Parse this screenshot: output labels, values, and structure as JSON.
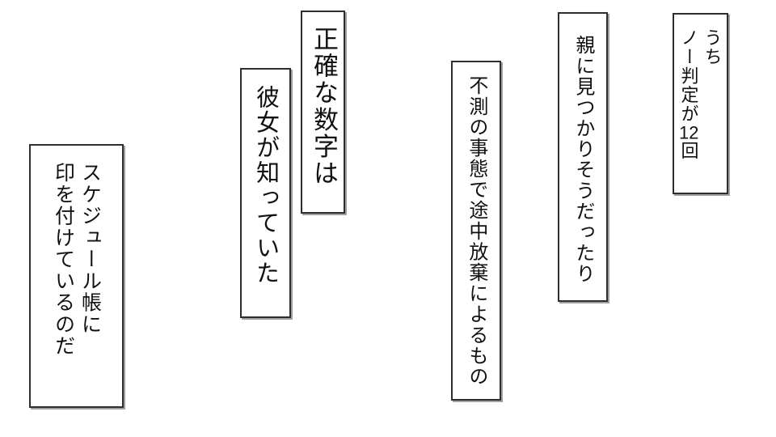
{
  "colors": {
    "background": "#ffffff",
    "box_fill": "#ffffff",
    "border": "#2e2e2e",
    "text": "#111111",
    "shadow": "#a0a0a0"
  },
  "boxes": {
    "uchi": {
      "line1": "うち",
      "line2_pre": "ノー判定が",
      "line2_num": "12",
      "line2_post": "回"
    },
    "oya": {
      "text": "親に見つかりそうだったり"
    },
    "fusoku": {
      "text": "不測の事態で途中放棄によるもの"
    },
    "seikaku": {
      "text": "正確な数字は"
    },
    "kanojo": {
      "text": "彼女が知っていた"
    },
    "schedule": {
      "line1": "スケジュール帳に",
      "line2": "印を付けているのだ"
    }
  }
}
